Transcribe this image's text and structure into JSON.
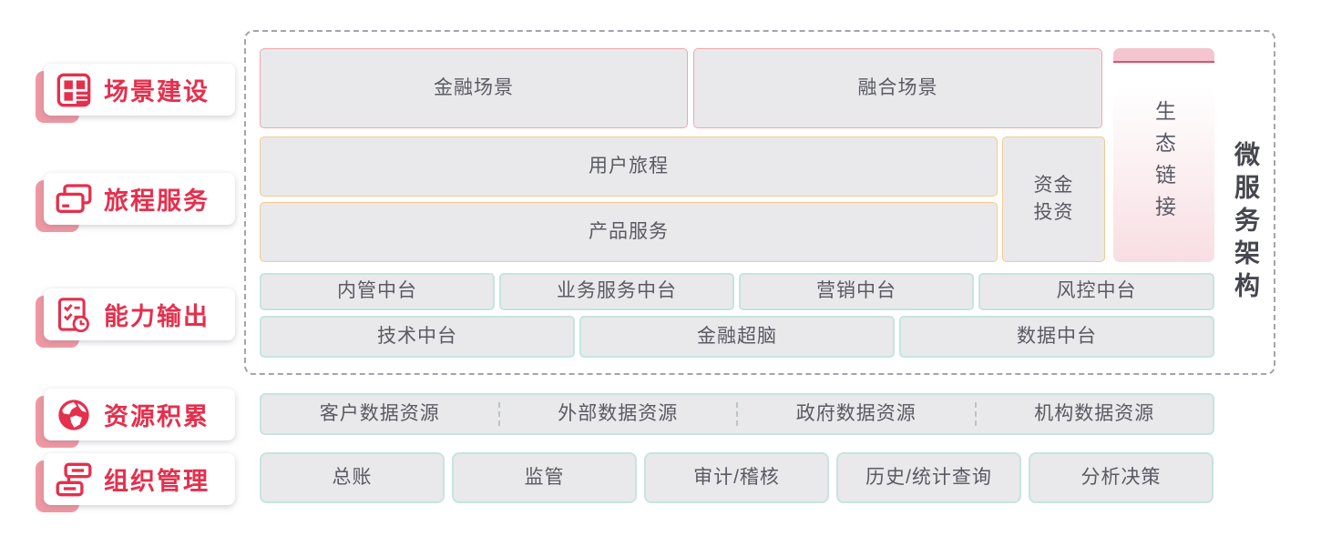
{
  "colors": {
    "accent-red": "#e4304d",
    "ribbon-pink": "#f098a3",
    "box-fill": "#e9e9eb",
    "border-pink": "#f0a6b0",
    "border-orange": "#f5c98e",
    "border-teal": "#c7e4df",
    "box-text": "#5a5a63",
    "msa-text": "#46464f",
    "eco-band": "#f4c5ce",
    "eco-line": "#d8536b"
  },
  "sidebar": {
    "items": [
      {
        "label": "场景建设",
        "icon": "layout-grid-icon"
      },
      {
        "label": "旅程服务",
        "icon": "credit-cards-icon"
      },
      {
        "label": "能力输出",
        "icon": "checklist-clock-icon"
      },
      {
        "label": "资源积累",
        "icon": "globe-icon"
      },
      {
        "label": "组织管理",
        "icon": "org-flow-icon"
      }
    ]
  },
  "architecture": {
    "frame_label": "微服务架构",
    "scenes": [
      "金融场景",
      "融合场景"
    ],
    "journey": "用户旅程",
    "product_service": "产品服务",
    "investment": "资金投资",
    "eco_link": "生态链接",
    "platforms_row1": [
      "内管中台",
      "业务服务中台",
      "营销中台",
      "风控中台"
    ],
    "platforms_row2": [
      "技术中台",
      "金融超脑",
      "数据中台"
    ]
  },
  "resources": {
    "cells": [
      "客户数据资源",
      "外部数据资源",
      "政府数据资源",
      "机构数据资源"
    ]
  },
  "management": {
    "cells": [
      "总账",
      "监管",
      "审计/稽核",
      "历史/统计查询",
      "分析决策"
    ]
  }
}
